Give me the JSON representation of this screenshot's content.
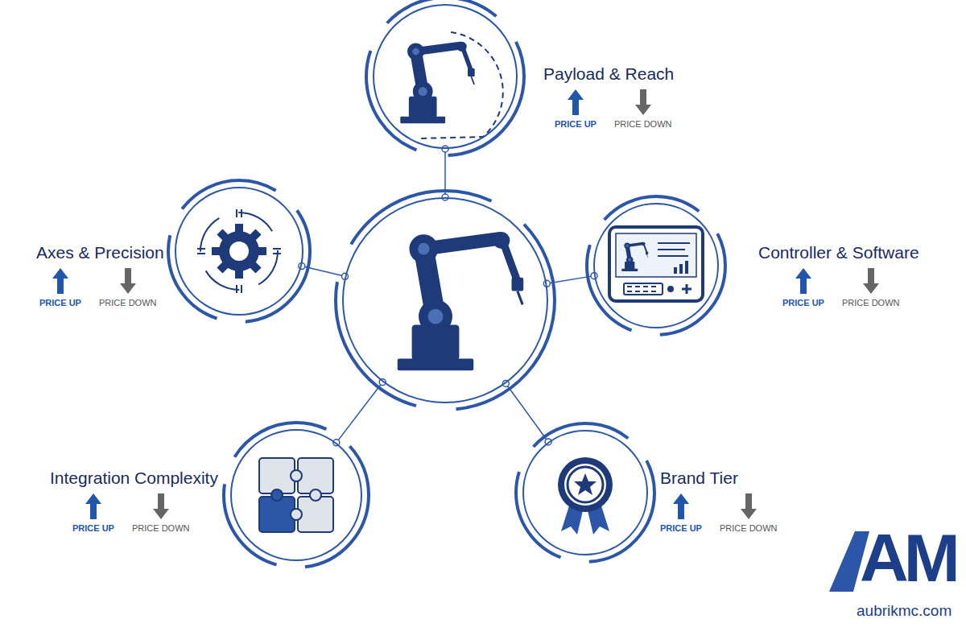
{
  "diagram": {
    "nodes": [
      {
        "text": [
          "Payload & Reach",
          "PRICE UP",
          "PRICE DOWN"
        ]
      },
      {
        "text": [
          "Axes & Precision",
          "PRICE UP",
          "PRICE DOWN"
        ]
      },
      {
        "text": []
      },
      {
        "text": [
          "Controller & Software",
          "PRICE UP",
          "PRICE DOWN"
        ]
      },
      {
        "text": [
          "Integration Complexity",
          "PRICE UP",
          "PRICE DOWN"
        ]
      },
      {
        "text": [
          "Brand Tier",
          "PRICE UP",
          "PRICE DOWN"
        ]
      }
    ],
    "edges": [
      {
        "from": 2,
        "to": 0,
        "arrow": "none"
      },
      {
        "from": 2,
        "to": 1,
        "arrow": "none"
      },
      {
        "from": 2,
        "to": 3,
        "arrow": "none"
      },
      {
        "from": 2,
        "to": 4,
        "arrow": "none"
      },
      {
        "from": 2,
        "to": 5,
        "arrow": "none"
      }
    ],
    "labels": [
      "AM",
      "aubrikmc.com"
    ]
  }
}
